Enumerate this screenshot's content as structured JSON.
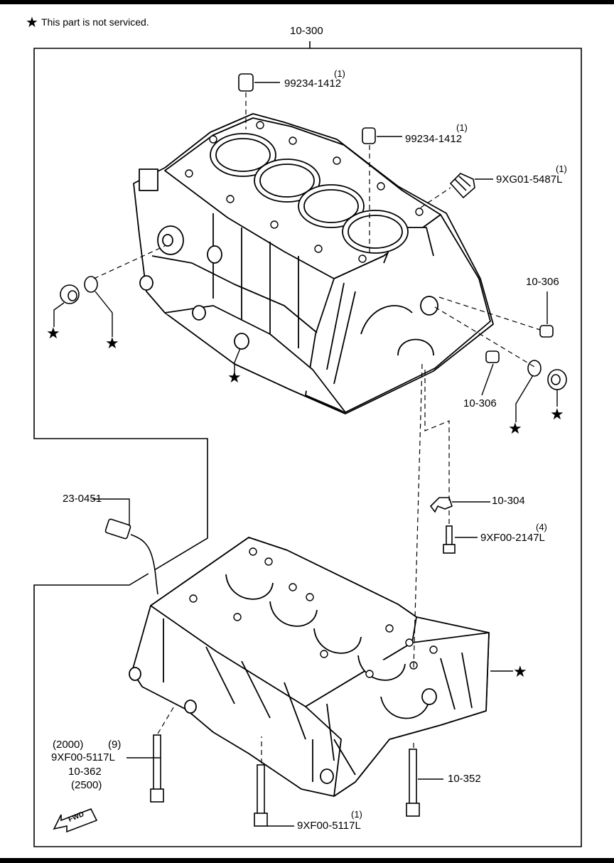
{
  "note": {
    "star": "★",
    "text": "This part is not serviced."
  },
  "group_label": "10-300",
  "parts": {
    "pin_top": {
      "qty": "(1)",
      "num": "99234-1412"
    },
    "pin_mid": {
      "qty": "(1)",
      "num": "99234-1412"
    },
    "plug_small": {
      "qty": "(1)",
      "num": "9XG01-5487L"
    },
    "jet_a": "10-306",
    "jet_b": "10-306",
    "bracket": "10-304",
    "bolt_bracket": {
      "qty": "(4)",
      "num": "9XF00-2147L"
    },
    "sensor": "23-0451",
    "bolt_main": {
      "a": "(2000)",
      "qty": "(9)",
      "num": "9XF00-5117L",
      "ref": "10-362",
      "b": "(2500)"
    },
    "bolt_right": "10-352",
    "bolt_bottom": {
      "qty": "(1)",
      "num": "9XF00-5117L"
    }
  },
  "stars": [
    "★",
    "★",
    "★",
    "★",
    "★",
    "★"
  ],
  "fwd_label": "FWD",
  "colors": {
    "ink": "#000000",
    "paper": "#ffffff"
  }
}
